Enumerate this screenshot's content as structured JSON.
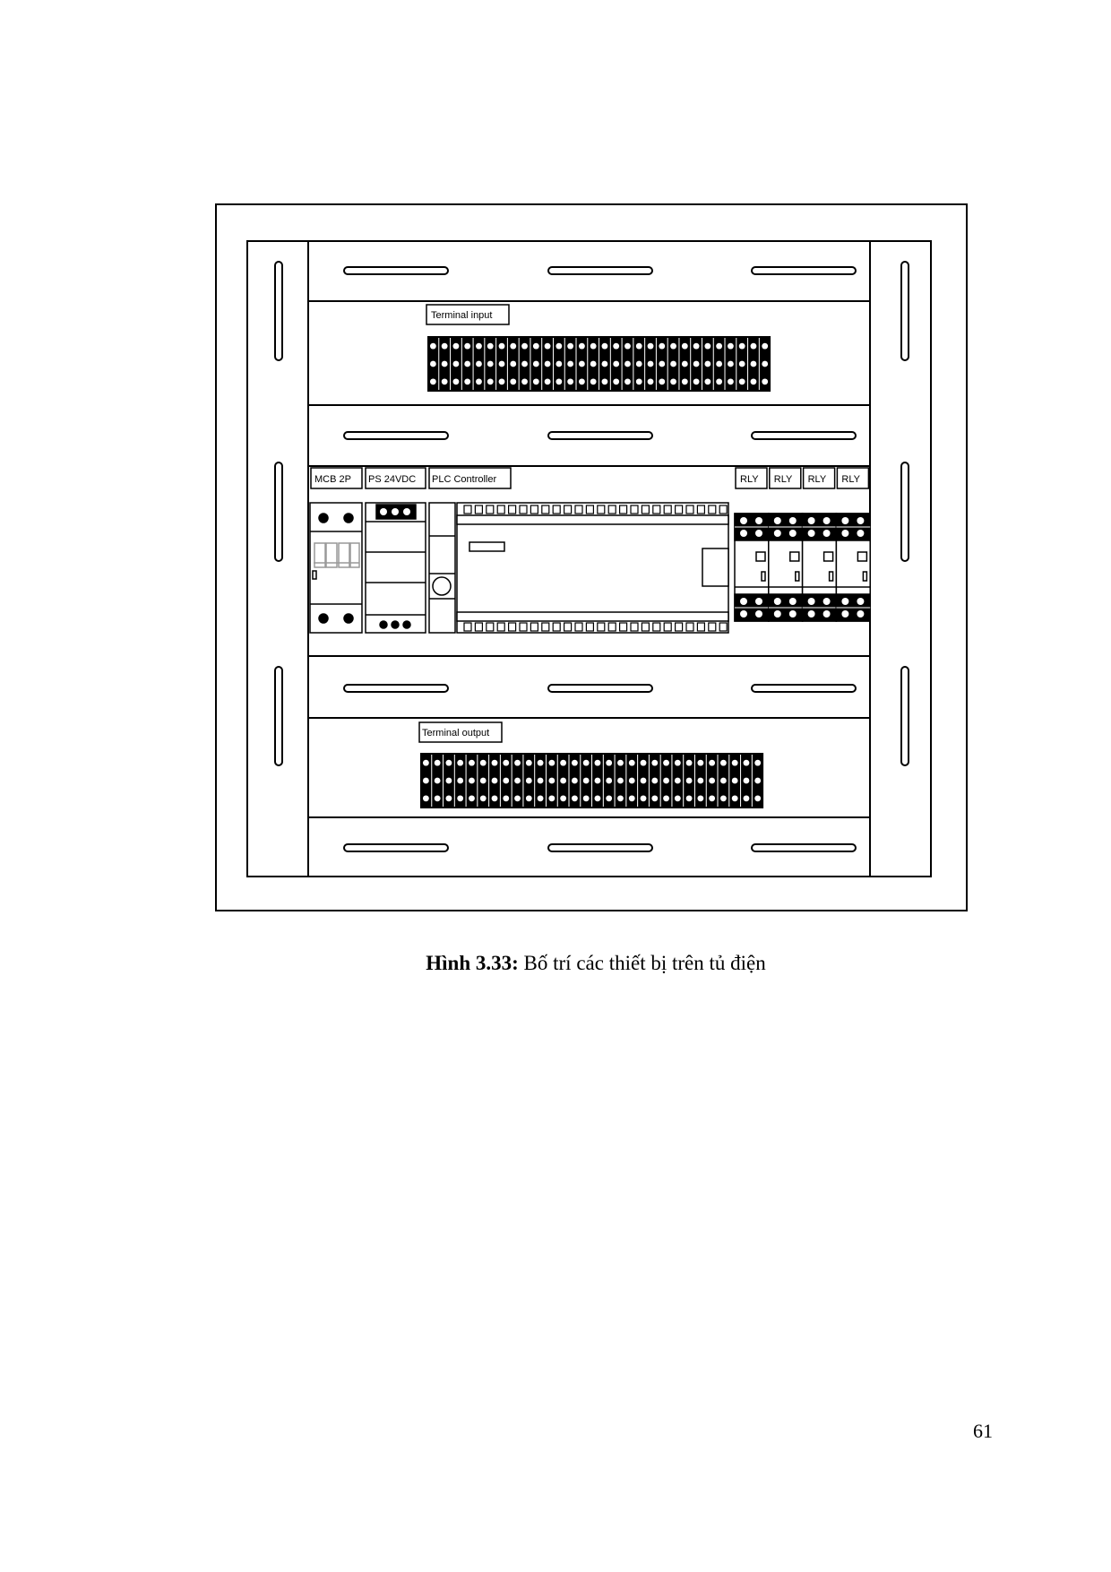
{
  "diagram": {
    "labels": {
      "terminal_input": "Terminal input",
      "mcb": "MCB 2P",
      "ps": "PS 24VDC",
      "plc": "PLC Controller",
      "relays": [
        "RLY",
        "RLY",
        "RLY",
        "RLY"
      ],
      "terminal_output": "Terminal output"
    }
  },
  "caption": {
    "prefix": "Hình 3.33:",
    "text": " Bố trí các thiết bị trên tủ điện"
  },
  "page_number": "61"
}
